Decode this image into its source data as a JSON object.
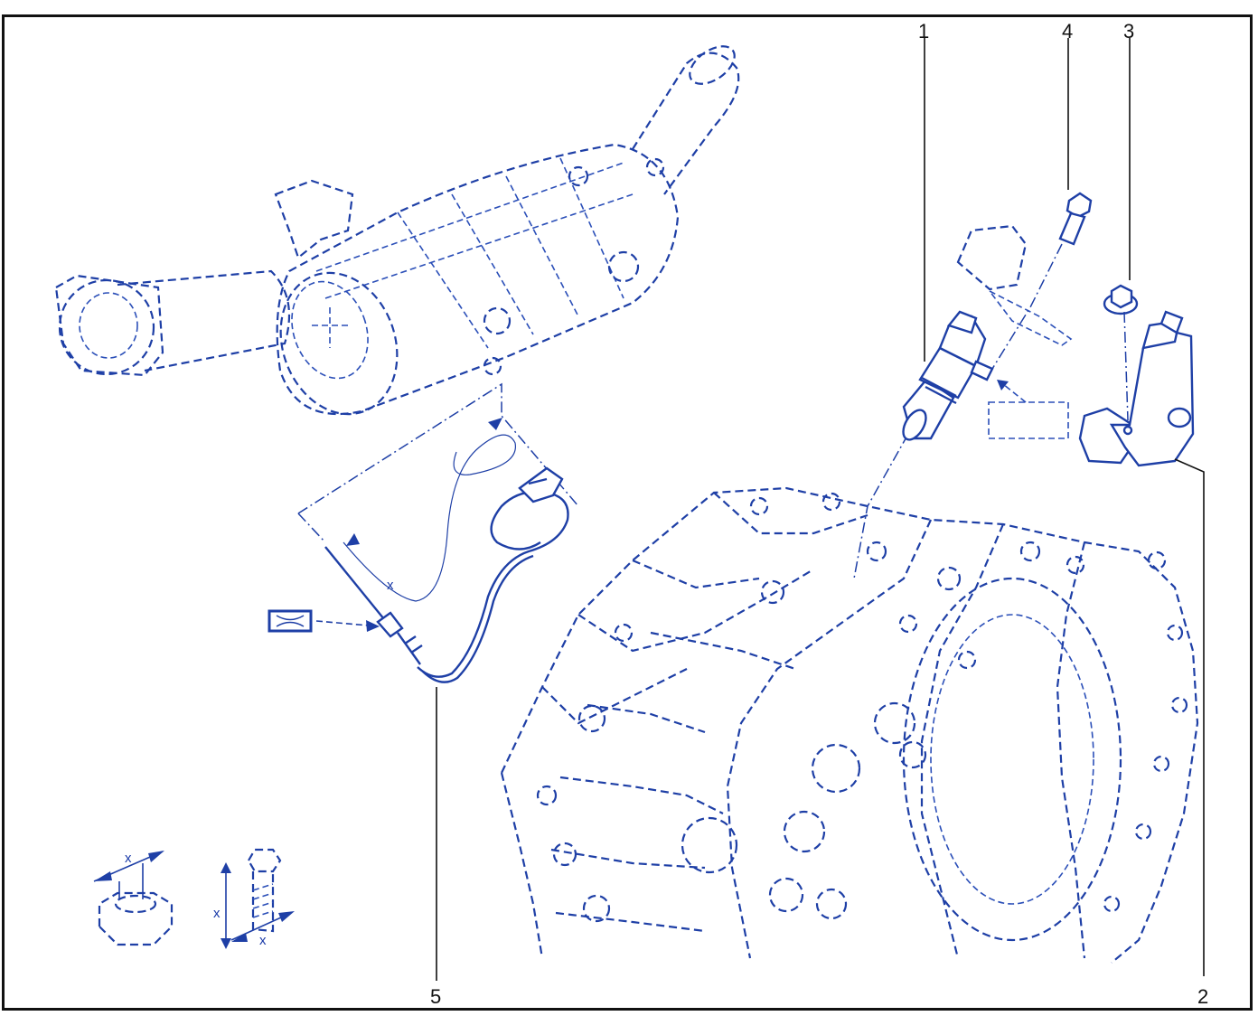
{
  "callouts": [
    {
      "id": "1",
      "label": "1"
    },
    {
      "id": "2",
      "label": "2"
    },
    {
      "id": "3",
      "label": "3"
    },
    {
      "id": "4",
      "label": "4"
    },
    {
      "id": "5",
      "label": "5"
    }
  ],
  "dimension_marker": "x",
  "colors": {
    "line": "#1e3fa6",
    "leader": "#111111",
    "frame": "#111111",
    "background": "#ffffff"
  }
}
